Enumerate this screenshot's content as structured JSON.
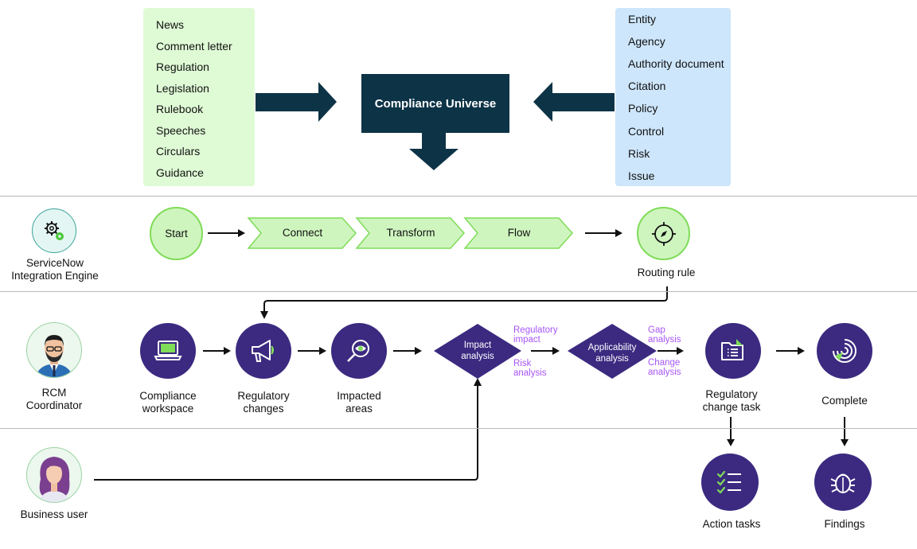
{
  "sources_left": [
    "News",
    "Comment letter",
    "Regulation",
    "Legislation",
    "Rulebook",
    "Speeches",
    "Circulars",
    "Guidance"
  ],
  "sources_right": [
    "Entity",
    "Agency",
    "Authority document",
    "Citation",
    "Policy",
    "Control",
    "Risk",
    "Issue"
  ],
  "compliance_universe": "Compliance Universe",
  "integration": {
    "actor": [
      "ServiceNow",
      "Integration Engine"
    ],
    "start": "Start",
    "steps": [
      "Connect",
      "Transform",
      "Flow"
    ],
    "routing_rule": "Routing rule"
  },
  "rcm": {
    "actor": [
      "RCM",
      "Coordinator"
    ],
    "compliance_workspace": [
      "Compliance",
      "workspace"
    ],
    "regulatory_changes": [
      "Regulatory",
      "changes"
    ],
    "impacted_areas": [
      "Impacted",
      "areas"
    ],
    "impact_analysis": [
      "Impact",
      "analysis"
    ],
    "regulatory_impact": [
      "Regulatory",
      "impact"
    ],
    "risk_analysis": [
      "Risk",
      "analysis"
    ],
    "applicability_analysis": [
      "Applicability",
      "analysis"
    ],
    "gap_analysis": [
      "Gap",
      "analysis"
    ],
    "change_analysis": [
      "Change",
      "analysis"
    ],
    "regulatory_change_task": [
      "Regulatory",
      "change task"
    ],
    "complete": "Complete"
  },
  "business": {
    "actor": "Business user",
    "action_tasks": "Action tasks",
    "findings": "Findings"
  },
  "colors": {
    "left_box": "#dffbd5",
    "right_box": "#cde6fb",
    "dark_navy": "#0d3346",
    "purple": "#3b2a80",
    "green": "#7fdc58",
    "light_green": "#cff5bf",
    "purple_text": "#a855f7"
  }
}
